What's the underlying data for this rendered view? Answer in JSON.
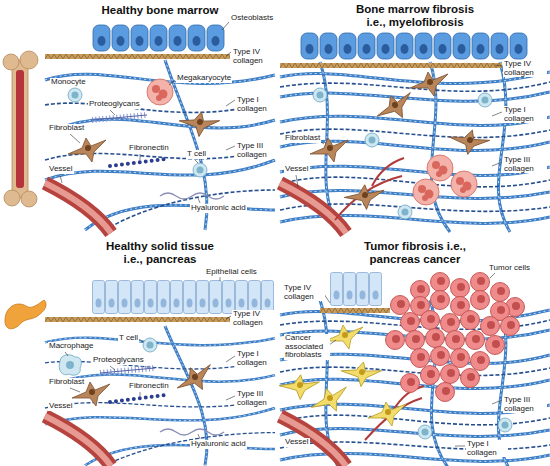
{
  "diagram": {
    "nodes": [
      {
        "text": [
          "Healthy bone marrow"
        ]
      },
      {
        "text": [
          "Bone marrow fibrosis i.e., myelofibrosis"
        ]
      },
      {
        "text": [
          "Healthy solid tissue i.e., pancreas"
        ]
      },
      {
        "text": [
          "Tumor fibrosis i.e., pancreas cancer"
        ]
      }
    ],
    "labels": [
      "Osteoblasts",
      "Type IV collagen",
      "Monocyte",
      "Megakaryocyte",
      "Type I collagen",
      "Proteoglycans",
      "Fibroblast",
      "Fibronectin",
      "T cell",
      "Type III collagen",
      "Vessel",
      "Hyaluronic acid",
      "Type IV collagen",
      "Type I collagen",
      "Fibroblast",
      "Type III collagen",
      "Vessel",
      "Epithelial cells",
      "Type IV collagen",
      "T cell",
      "Macrophage",
      "Proteoglycans",
      "Type I collagen",
      "Fibroblast",
      "Fibronectin",
      "Type III collagen",
      "Vessel",
      "Hyaluronic acid",
      "Tumor cells",
      "Type IV collagen",
      "Cancer associated fibroblasts",
      "Type III collagen",
      "Vessel",
      "Type I collagen"
    ]
  }
}
